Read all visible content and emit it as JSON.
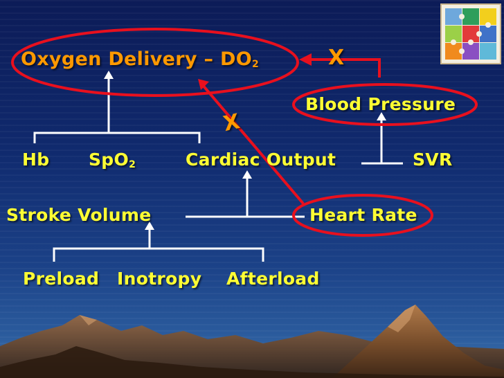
{
  "diagram": {
    "title": {
      "main": "Oxygen Delivery – DO",
      "sub": "2"
    },
    "nodes": {
      "hb": "Hb",
      "spo2": {
        "main": "SpO",
        "sub": "2"
      },
      "cardiac_output": "Cardiac Output",
      "blood_pressure": "Blood Pressure",
      "svr": "SVR",
      "stroke_volume": "Stroke Volume",
      "heart_rate": "Heart Rate",
      "preload": "Preload",
      "inotropy": "Inotropy",
      "afterload": "Afterload"
    },
    "marks": {
      "cross_top": "X",
      "cross_diag": "X"
    }
  },
  "colors": {
    "text": "#ffff33",
    "title": "#ff9900",
    "lines": "#ffffff",
    "highlight": "#e8101e"
  },
  "icons": [
    "puzzle-logo-icon",
    "mountain-landscape"
  ]
}
